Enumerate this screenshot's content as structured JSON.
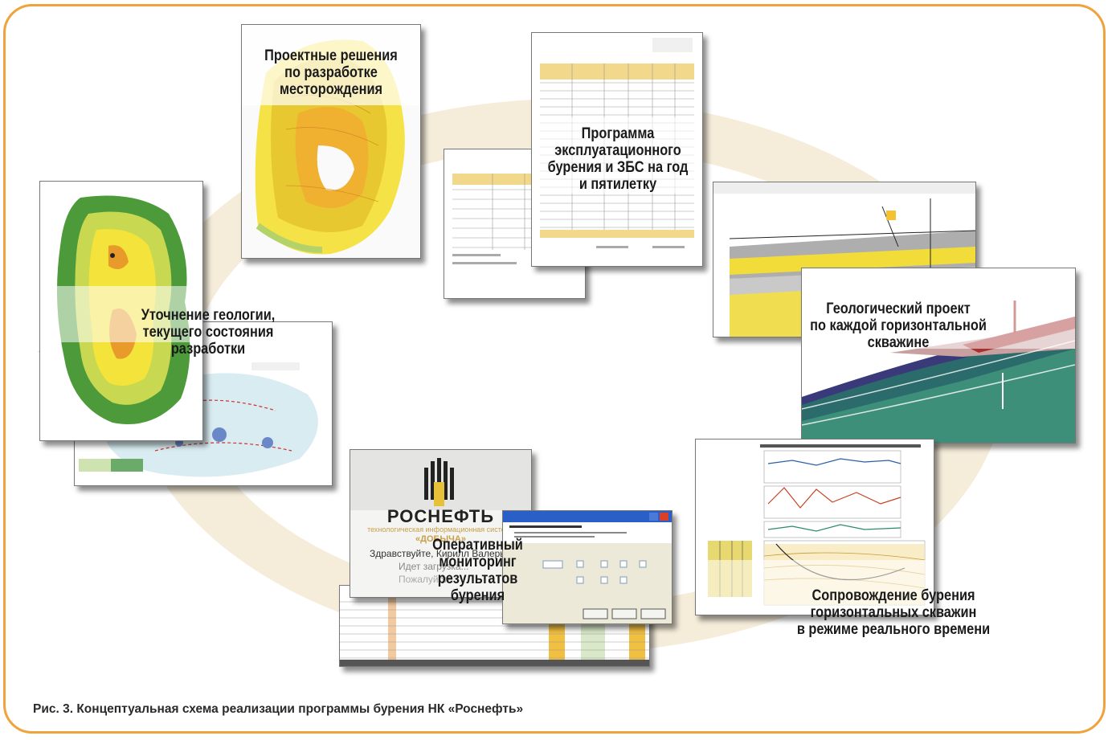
{
  "labels": {
    "project_solutions": [
      "Проектные решения",
      "по разработке",
      "месторождения"
    ],
    "drilling_program": [
      "Программа",
      "эксплуатационного",
      "бурения и ЗБС на год",
      "и пятилетку"
    ],
    "geology": [
      "Уточнение геологии,",
      "текущего состояния",
      "разработки"
    ],
    "geo_project": [
      "Геологический проект",
      "по каждой горизонтальной",
      "скважине"
    ],
    "monitoring": [
      "Оперативный",
      "мониторинг",
      "результатов",
      "бурения"
    ],
    "realtime": [
      "Сопровождение бурения",
      "горизонтальных скважин",
      "в режиме реального времени"
    ]
  },
  "rosneft_card": {
    "logo_text": "РОСНЕФТЬ",
    "system_line1": "технологическая информационная система",
    "system_line2": "«ДОБЫЧА»",
    "greeting": "Здравствуйте, Кирилл Валерьевич",
    "loading": "Идет загрузка...",
    "wait": "Пожалуйста"
  },
  "caption": "Рис. 3. Концептуальная схема реализации программы бурения НК «Роснефть»",
  "colors": {
    "frame": "#f0a23c",
    "ring": "#f3ead8",
    "map_green": "#4c9a3a",
    "map_yellow": "#f4e33a",
    "map_orange": "#e89a2a"
  }
}
